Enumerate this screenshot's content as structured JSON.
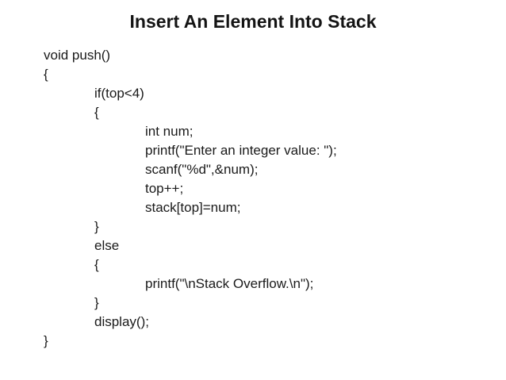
{
  "slide": {
    "title": "Insert An Element Into Stack",
    "code_lines": [
      {
        "indent": 0,
        "text": "void push()"
      },
      {
        "indent": 0,
        "text": "{"
      },
      {
        "indent": 1,
        "text": "if(top<4)"
      },
      {
        "indent": 1,
        "text": "{"
      },
      {
        "indent": 2,
        "text": "int num;"
      },
      {
        "indent": 2,
        "text": "printf(\"Enter an integer value: \");"
      },
      {
        "indent": 2,
        "text": "scanf(\"%d\",&num);"
      },
      {
        "indent": 2,
        "text": "top++;"
      },
      {
        "indent": 2,
        "text": "stack[top]=num;"
      },
      {
        "indent": 1,
        "text": "}"
      },
      {
        "indent": 1,
        "text": "else"
      },
      {
        "indent": 1,
        "text": "{"
      },
      {
        "indent": 2,
        "text": "printf(\"\\nStack Overflow.\\n\");"
      },
      {
        "indent": 1,
        "text": "}"
      },
      {
        "indent": 1,
        "text": "display();"
      },
      {
        "indent": 0,
        "text": "}"
      }
    ],
    "colors": {
      "background": "#ffffff",
      "text": "#1a1a1a"
    }
  }
}
